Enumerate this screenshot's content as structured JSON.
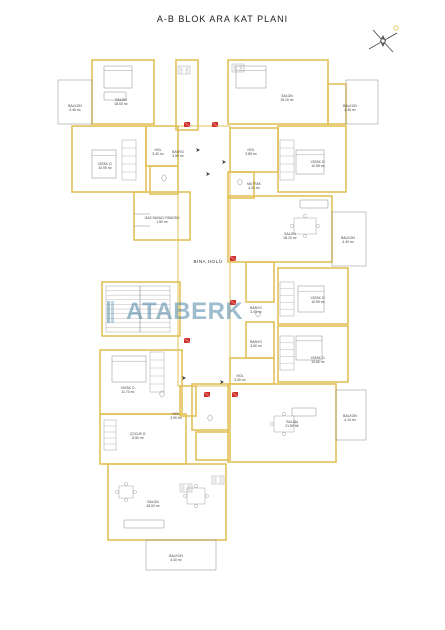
{
  "title": "A-B BLOK ARA KAT PLANI",
  "watermark": "ATABERK",
  "hall_label": "BİNA HOLÜ",
  "colors": {
    "wall": "#e2c25a",
    "accent_red": "#d0302a",
    "fixture_line": "#8a8a8a",
    "logo": "#4f86a6"
  },
  "rooms": [
    {
      "name": "SALON",
      "area": "18.53 m²"
    },
    {
      "name": "SALON",
      "area": "18.15 m²"
    },
    {
      "name": "BALKON",
      "area": "4.46 m²"
    },
    {
      "name": "BALKON",
      "area": "4.45 m²"
    },
    {
      "name": "YATAK O.",
      "area": "10.95 m²"
    },
    {
      "name": "YATAK O.",
      "area": "10.55 m²"
    },
    {
      "name": "HOL",
      "area": "3.40 m²"
    },
    {
      "name": "HOL",
      "area": "3.85 m²"
    },
    {
      "name": "BANYO",
      "area": "3.55 m²"
    },
    {
      "name": "MUTFAK",
      "area": "4.31 m²"
    },
    {
      "name": "GAZ SAYACI PANOSU",
      "area": "1.80 m²"
    },
    {
      "name": "SALON",
      "area": "18.10 m²"
    },
    {
      "name": "BALKON",
      "area": "4.40 m²"
    },
    {
      "name": "YATAK O.",
      "area": "10.95 m²"
    },
    {
      "name": "YATAK O.",
      "area": "10.80 m²"
    },
    {
      "name": "BANYO",
      "area": "3.45 m²"
    },
    {
      "name": "BANYO",
      "area": "3.60 m²"
    },
    {
      "name": "HOL",
      "area": "3.30 m²"
    },
    {
      "name": "YATAK O.",
      "area": "11.70 m²"
    },
    {
      "name": "HOL",
      "area": "3.90 m²"
    },
    {
      "name": "ÇOCUK O.",
      "area": "8.50 m²"
    },
    {
      "name": "SALON",
      "area": "18.00 m²"
    },
    {
      "name": "BALKON",
      "area": "4.40 m²"
    },
    {
      "name": "SALON",
      "area": "21.80 m²"
    },
    {
      "name": "BALKON",
      "area": "4.10 m²"
    }
  ]
}
